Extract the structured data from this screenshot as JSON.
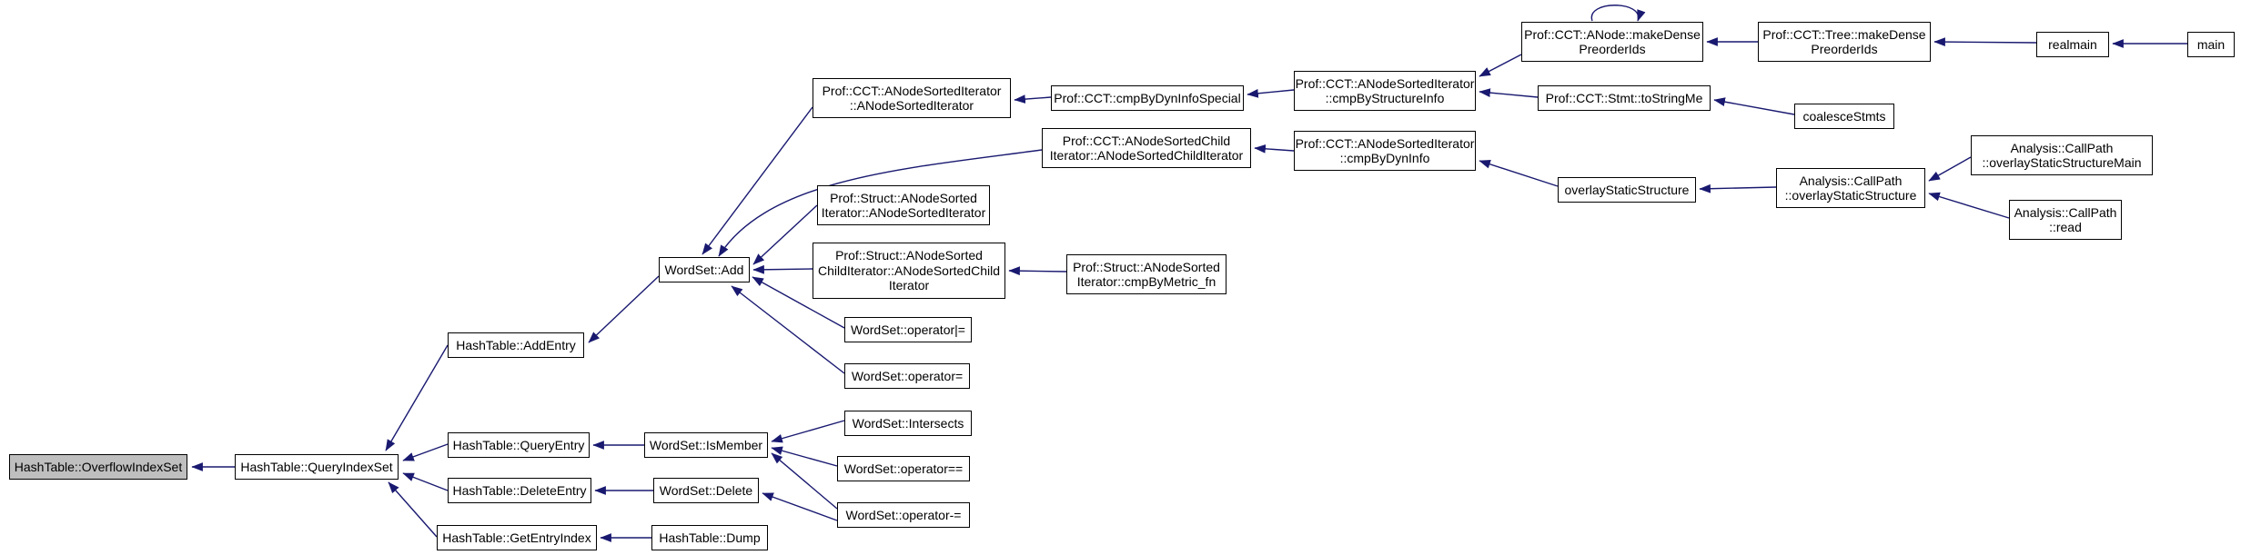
{
  "colors": {
    "background": "#ffffff",
    "node_border": "#000000",
    "node_fill": "#ffffff",
    "root_fill": "#bfbfbf",
    "text_color": "#000000",
    "edge_color": "#191970"
  },
  "diagram": {
    "type": "caller-graph",
    "root": "HashTable::OverflowIndexSet"
  },
  "nodes": [
    {
      "id": "overflow-index-set",
      "label": "HashTable::OverflowIndexSet",
      "root": true
    },
    {
      "id": "query-index-set",
      "label": "HashTable::QueryIndexSet"
    },
    {
      "id": "add-entry",
      "label": "HashTable::AddEntry"
    },
    {
      "id": "query-entry",
      "label": "HashTable::QueryEntry"
    },
    {
      "id": "delete-entry",
      "label": "HashTable::DeleteEntry"
    },
    {
      "id": "get-entry-index",
      "label": "HashTable::GetEntryIndex"
    },
    {
      "id": "dump",
      "label": "HashTable::Dump"
    },
    {
      "id": "wordset-add",
      "label": "WordSet::Add"
    },
    {
      "id": "wordset-is-member",
      "label": "WordSet::IsMember"
    },
    {
      "id": "wordset-delete",
      "label": "WordSet::Delete"
    },
    {
      "id": "cct-anode-sorted-iterator-ctor",
      "label": "Prof::CCT::ANodeSortedIterator\n::ANodeSortedIterator"
    },
    {
      "id": "struct-anode-sorted-iterator-ctor",
      "label": "Prof::Struct::ANodeSorted\nIterator::ANodeSortedIterator"
    },
    {
      "id": "struct-anode-sorted-child-iterator-ctor",
      "label": "Prof::Struct::ANodeSorted\nChildIterator::ANodeSortedChild\nIterator"
    },
    {
      "id": "wordset-operator-or-assign",
      "label": "WordSet::operator|="
    },
    {
      "id": "wordset-operator-assign",
      "label": "WordSet::operator="
    },
    {
      "id": "wordset-intersects",
      "label": "WordSet::Intersects"
    },
    {
      "id": "wordset-operator-eq",
      "label": "WordSet::operator=="
    },
    {
      "id": "wordset-operator-minus-assign",
      "label": "WordSet::operator-="
    },
    {
      "id": "cct-cmp-by-dyn-info-special",
      "label": "Prof::CCT::cmpByDynInfoSpecial"
    },
    {
      "id": "cct-anode-sorted-child-iterator-ctor",
      "label": "Prof::CCT::ANodeSortedChild\nIterator::ANodeSortedChildIterator"
    },
    {
      "id": "struct-cmp-by-metric-fn",
      "label": "Prof::Struct::ANodeSorted\nIterator::cmpByMetric_fn"
    },
    {
      "id": "cct-cmp-by-structure-info",
      "label": "Prof::CCT::ANodeSortedIterator\n::cmpByStructureInfo"
    },
    {
      "id": "cct-cmp-by-dyn-info",
      "label": "Prof::CCT::ANodeSortedIterator\n::cmpByDynInfo"
    },
    {
      "id": "cct-anode-make-dense-preorder-ids",
      "label": "Prof::CCT::ANode::makeDense\nPreorderIds"
    },
    {
      "id": "cct-stmt-to-string-me",
      "label": "Prof::CCT::Stmt::toStringMe"
    },
    {
      "id": "overlay-static-structure",
      "label": "overlayStaticStructure"
    },
    {
      "id": "cct-tree-make-dense-preorder-ids",
      "label": "Prof::CCT::Tree::makeDense\nPreorderIds"
    },
    {
      "id": "coalesce-stmts",
      "label": "coalesceStmts"
    },
    {
      "id": "analysis-overlay-static-structure",
      "label": "Analysis::CallPath\n::overlayStaticStructure"
    },
    {
      "id": "realmain",
      "label": "realmain"
    },
    {
      "id": "analysis-overlay-static-structure-main",
      "label": "Analysis::CallPath\n::overlayStaticStructureMain"
    },
    {
      "id": "analysis-read",
      "label": "Analysis::CallPath\n::read"
    },
    {
      "id": "main",
      "label": "main"
    }
  ],
  "edges": [
    {
      "from": "query-index-set",
      "to": "overflow-index-set"
    },
    {
      "from": "add-entry",
      "to": "query-index-set"
    },
    {
      "from": "query-entry",
      "to": "query-index-set"
    },
    {
      "from": "delete-entry",
      "to": "query-index-set"
    },
    {
      "from": "get-entry-index",
      "to": "query-index-set"
    },
    {
      "from": "wordset-add",
      "to": "add-entry"
    },
    {
      "from": "wordset-is-member",
      "to": "query-entry"
    },
    {
      "from": "wordset-delete",
      "to": "delete-entry"
    },
    {
      "from": "dump",
      "to": "get-entry-index"
    },
    {
      "from": "cct-anode-sorted-iterator-ctor",
      "to": "wordset-add"
    },
    {
      "from": "struct-anode-sorted-iterator-ctor",
      "to": "wordset-add"
    },
    {
      "from": "struct-anode-sorted-child-iterator-ctor",
      "to": "wordset-add"
    },
    {
      "from": "wordset-operator-or-assign",
      "to": "wordset-add"
    },
    {
      "from": "wordset-operator-assign",
      "to": "wordset-add"
    },
    {
      "from": "cct-anode-sorted-child-iterator-ctor",
      "to": "wordset-add"
    },
    {
      "from": "wordset-intersects",
      "to": "wordset-is-member"
    },
    {
      "from": "wordset-operator-eq",
      "to": "wordset-is-member"
    },
    {
      "from": "wordset-operator-minus-assign",
      "to": "wordset-is-member"
    },
    {
      "from": "wordset-operator-minus-assign",
      "to": "wordset-delete"
    },
    {
      "from": "cct-cmp-by-dyn-info-special",
      "to": "cct-anode-sorted-iterator-ctor"
    },
    {
      "from": "struct-cmp-by-metric-fn",
      "to": "struct-anode-sorted-child-iterator-ctor"
    },
    {
      "from": "cct-cmp-by-structure-info",
      "to": "cct-cmp-by-dyn-info-special"
    },
    {
      "from": "cct-cmp-by-dyn-info",
      "to": "cct-anode-sorted-child-iterator-ctor"
    },
    {
      "from": "cct-anode-make-dense-preorder-ids",
      "to": "cct-cmp-by-structure-info"
    },
    {
      "from": "cct-stmt-to-string-me",
      "to": "cct-cmp-by-structure-info"
    },
    {
      "from": "overlay-static-structure",
      "to": "cct-cmp-by-dyn-info"
    },
    {
      "from": "cct-tree-make-dense-preorder-ids",
      "to": "cct-anode-make-dense-preorder-ids"
    },
    {
      "from": "cct-anode-make-dense-preorder-ids",
      "to": "cct-anode-make-dense-preorder-ids"
    },
    {
      "from": "coalesce-stmts",
      "to": "cct-stmt-to-string-me"
    },
    {
      "from": "analysis-overlay-static-structure",
      "to": "overlay-static-structure"
    },
    {
      "from": "realmain",
      "to": "cct-tree-make-dense-preorder-ids"
    },
    {
      "from": "main",
      "to": "realmain"
    },
    {
      "from": "analysis-overlay-static-structure-main",
      "to": "analysis-overlay-static-structure"
    },
    {
      "from": "analysis-read",
      "to": "analysis-overlay-static-structure"
    }
  ]
}
